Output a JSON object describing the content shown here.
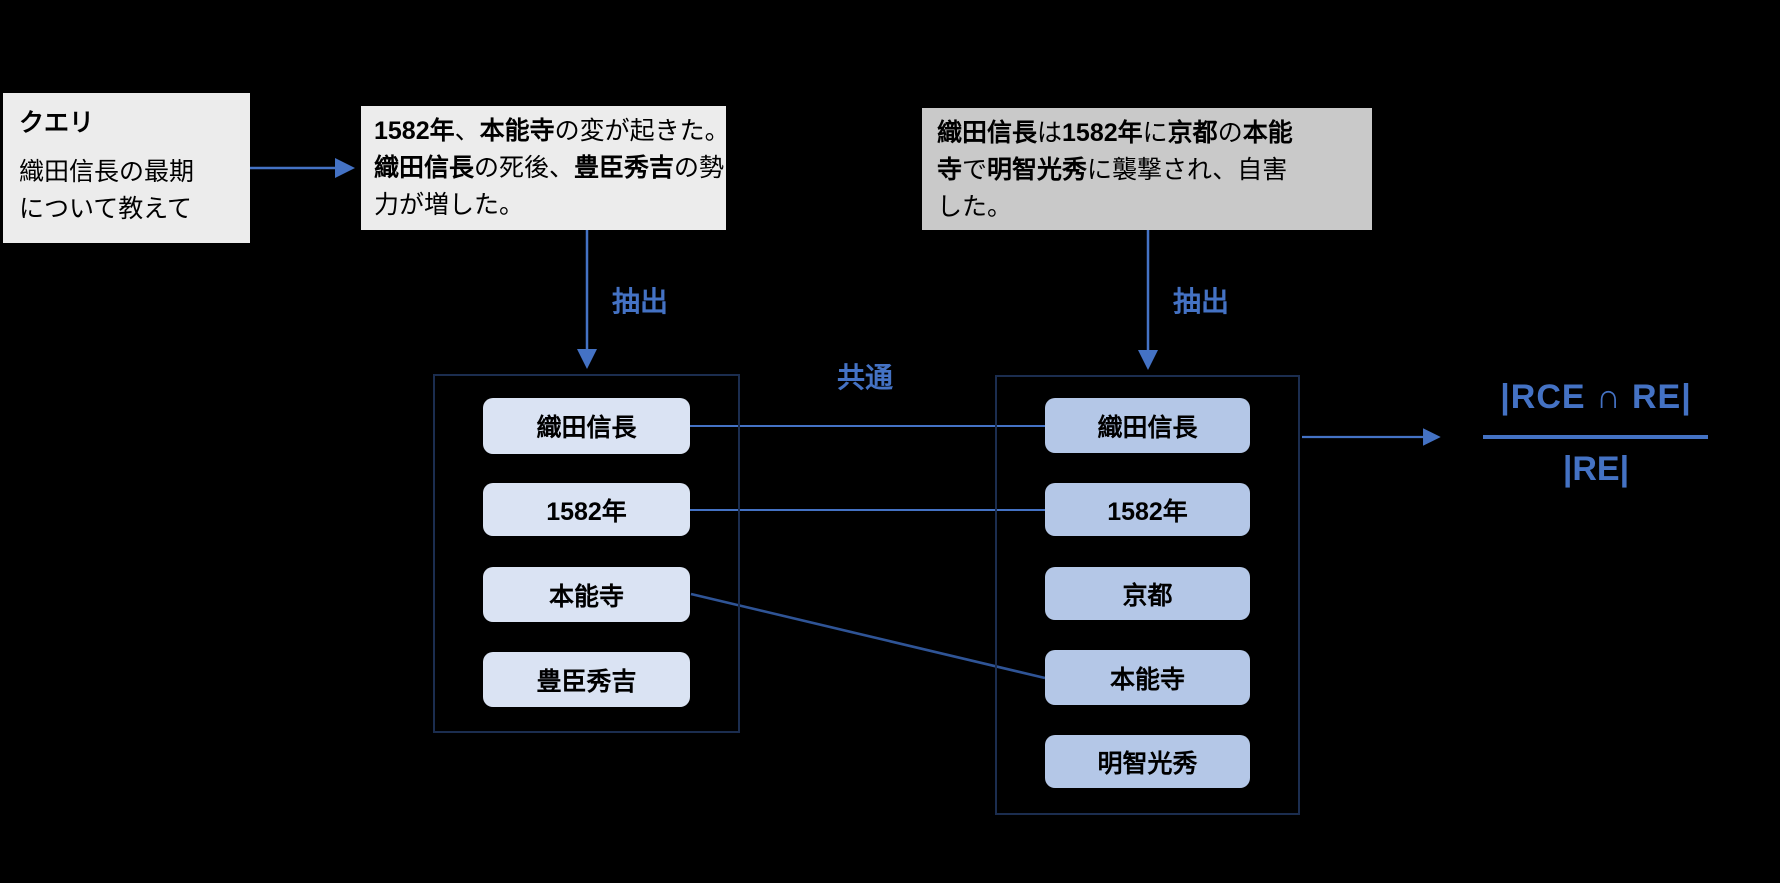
{
  "query_box": {
    "title": "クエリ",
    "lines": [
      [
        {
          "t": "織田信長の最期"
        }
      ],
      [
        {
          "t": "について教えて"
        }
      ]
    ]
  },
  "chunk1": {
    "lines": [
      [
        {
          "t": "1582年",
          "b": true
        },
        {
          "t": "、"
        },
        {
          "t": "本能寺",
          "b": true
        },
        {
          "t": "の変が起きた。"
        }
      ],
      [
        {
          "t": "織田信長",
          "b": true
        },
        {
          "t": "の死後、"
        },
        {
          "t": "豊臣秀吉",
          "b": true
        },
        {
          "t": "の勢"
        }
      ],
      [
        {
          "t": "力が増した。"
        }
      ]
    ]
  },
  "chunk2": {
    "lines": [
      [
        {
          "t": "織田信長",
          "b": true
        },
        {
          "t": "は"
        },
        {
          "t": "1582年",
          "b": true
        },
        {
          "t": "に"
        },
        {
          "t": "京都",
          "b": true
        },
        {
          "t": "の"
        },
        {
          "t": "本能",
          "b": true
        }
      ],
      [
        {
          "t": "寺",
          "b": true
        },
        {
          "t": "で"
        },
        {
          "t": "明智光秀",
          "b": true
        },
        {
          "t": "に襲撃され、自害"
        }
      ],
      [
        {
          "t": "した。"
        }
      ]
    ]
  },
  "labels": {
    "extract_left": "抽出",
    "extract_right": "抽出",
    "common": "共通"
  },
  "left_panel": {
    "entities": [
      "織田信長",
      "1582年",
      "本能寺",
      "豊臣秀吉"
    ]
  },
  "right_panel": {
    "entities": [
      "織田信長",
      "1582年",
      "京都",
      "本能寺",
      "明智光秀"
    ]
  },
  "formula": {
    "numerator": "|RCE ∩ RE|",
    "denominator": "|RE|"
  },
  "colors": {
    "background": "#000000",
    "chunk_light_bg": "#ececec",
    "chunk_dark_bg": "#c9c9c9",
    "entity_light_bg": "#dae3f3",
    "entity_medium_bg": "#b4c7e7",
    "accent_blue": "#4472c4",
    "diagonal_line_blue": "#2f5496",
    "container_border": "#1b2d4f",
    "text": "#000000"
  }
}
